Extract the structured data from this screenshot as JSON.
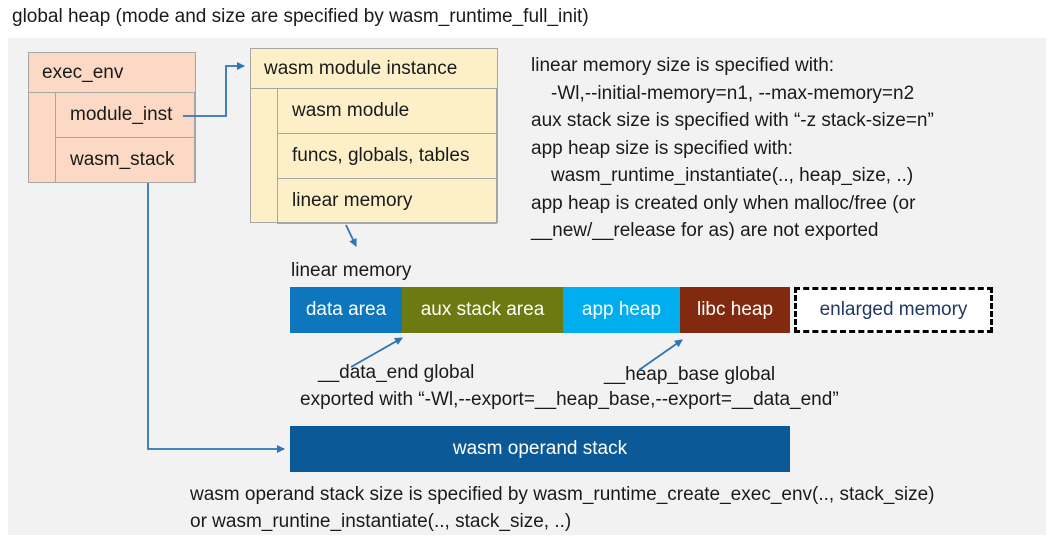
{
  "title": "global heap (mode and size are specified by wasm_runtime_full_init)",
  "exec_env_box": {
    "header": "exec_env",
    "rows": [
      "module_inst",
      "wasm_stack"
    ]
  },
  "instance_box": {
    "header": "wasm module instance",
    "rows": [
      "wasm module",
      "funcs, globals, tables",
      "linear memory"
    ]
  },
  "info_lines": [
    "linear memory size is specified with:",
    "-Wl,--initial-memory=n1, --max-memory=n2",
    "aux stack size is specified with “-z stack-size=n”",
    "app heap size is specified with:",
    "wasm_runtime_instantiate(.., heap_size, ..)",
    "app heap is created only when malloc/free (or",
    "__new/__release for as) are not exported"
  ],
  "linear_memory_label": "linear memory",
  "memory_bar": {
    "segments": [
      {
        "label": "data area",
        "color": "#0e76bc"
      },
      {
        "label": "aux stack area",
        "color": "#6b7a11"
      },
      {
        "label": "app heap",
        "color": "#00aeef"
      },
      {
        "label": "libc heap",
        "color": "#812a10"
      }
    ],
    "enlarged": {
      "label": "enlarged memory",
      "text_color": "#1f3864"
    }
  },
  "annotations": {
    "data_end": "__data_end global",
    "heap_base": "__heap_base global",
    "exported": "exported with “-Wl,--export=__heap_base,--export=__data_end”"
  },
  "operand_stack": {
    "label": "wasm operand stack",
    "color": "#0b5a97"
  },
  "bottom_lines": [
    "wasm operand stack size is specified by wasm_runtime_create_exec_env(.., stack_size)",
    "or wasm_runtine_instantiate(.., stack_size, ..)"
  ],
  "colors": {
    "panel_bg": "#f2f2f2",
    "struct_pink": "#fbd9c5",
    "struct_cream": "#fdf0c9",
    "struct_border": "#a6a6a6",
    "arrow_blue": "#2e75b6"
  }
}
